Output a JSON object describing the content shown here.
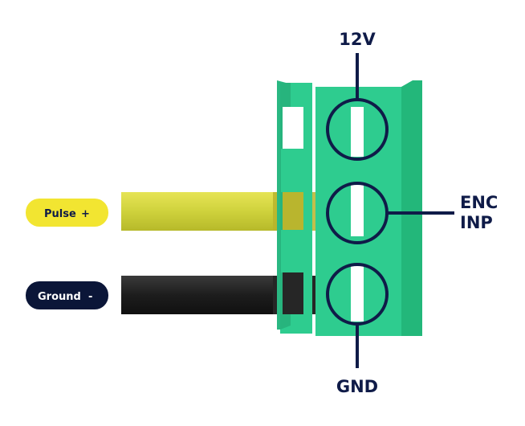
{
  "labels": {
    "top": "12V",
    "right_line1": "ENC",
    "right_line2": "INP",
    "bottom": "GND"
  },
  "wires": {
    "pulse": {
      "label": "Pulse",
      "sign": "+"
    },
    "ground": {
      "label": "Ground",
      "sign": "-"
    }
  },
  "colors": {
    "connector_green": "#2ecc8f",
    "connector_dark": "#23b77a",
    "pulse_yellow": "#f2e531",
    "wire_yellow": "#d6d63a",
    "ground_navy": "#0b1638",
    "wire_black": "#1f1f1f",
    "label_navy": "#0f1b48"
  }
}
